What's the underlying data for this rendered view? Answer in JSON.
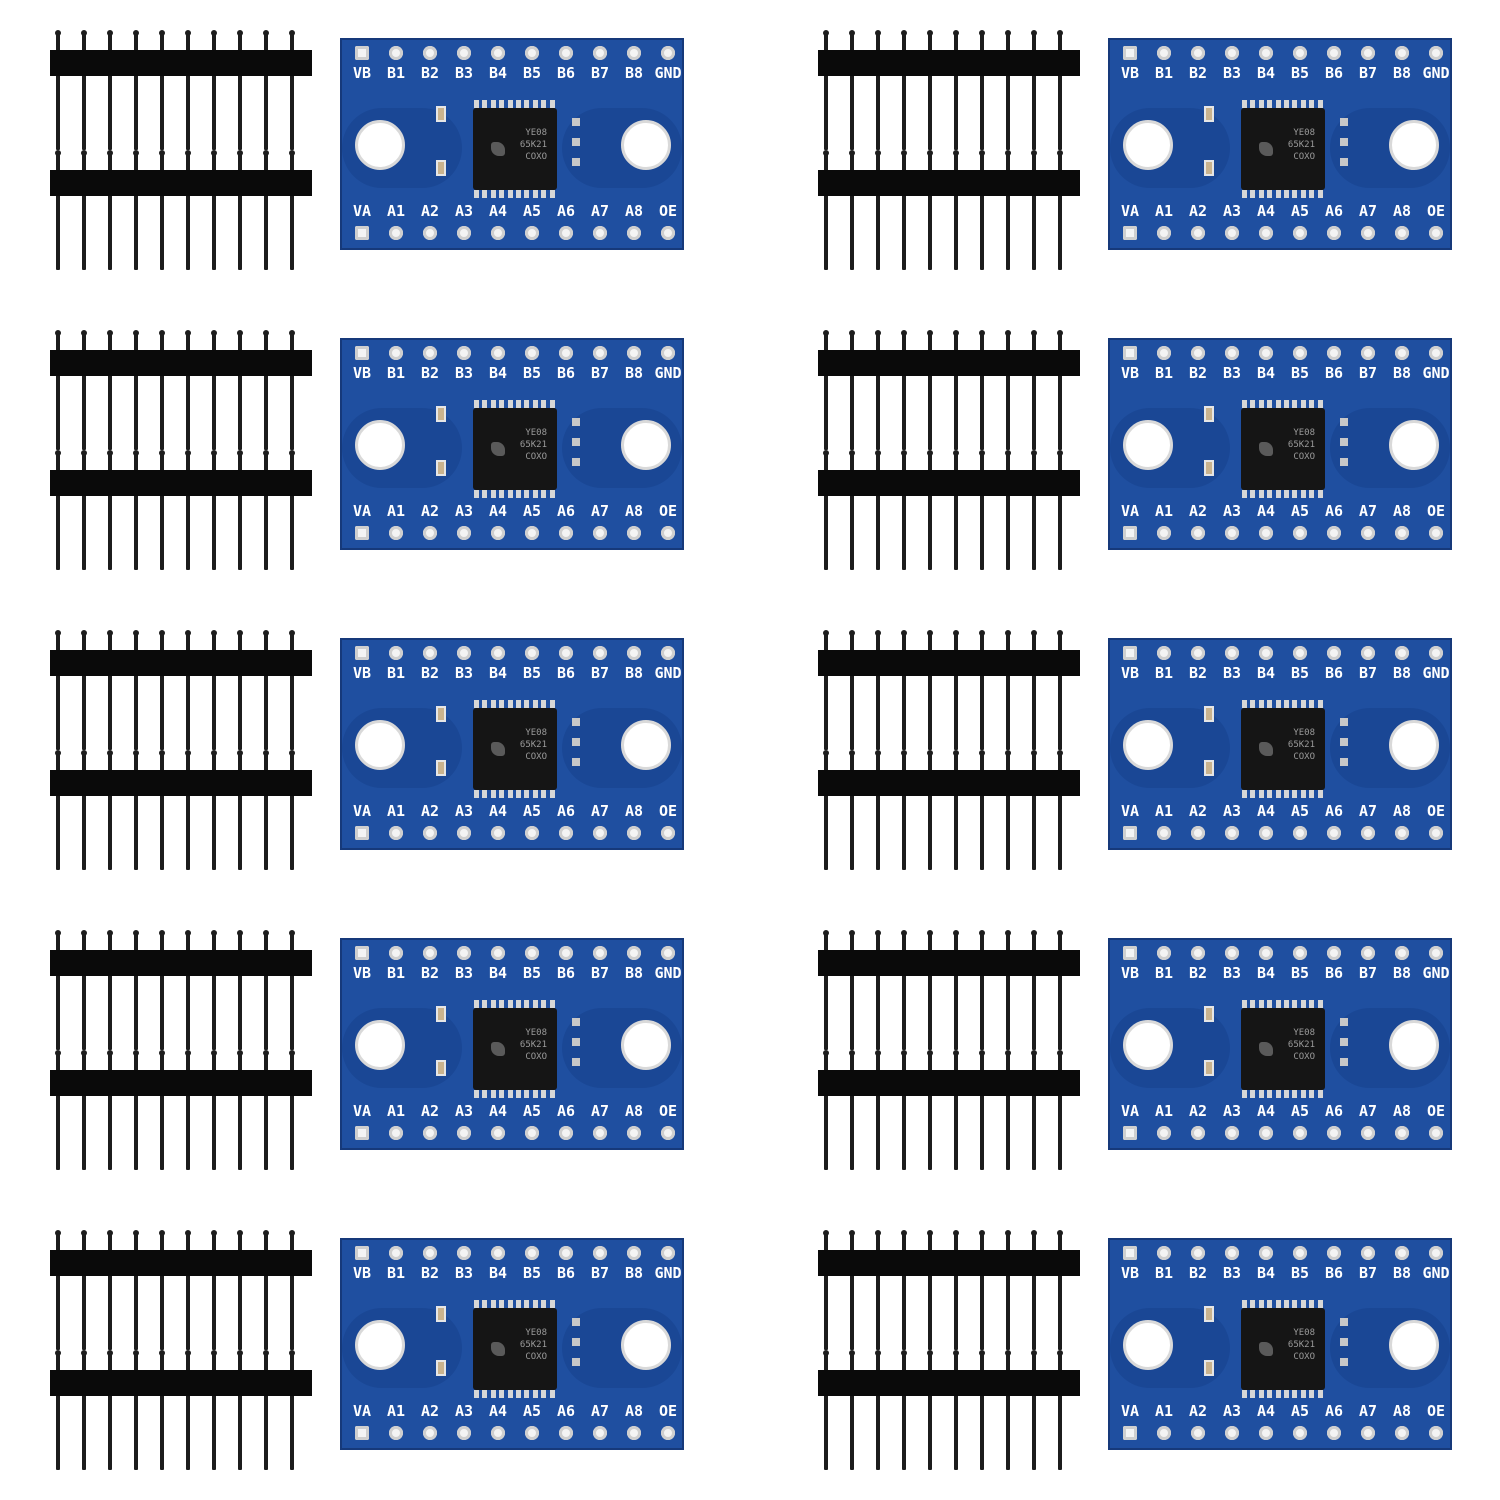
{
  "product": {
    "board_count": 10,
    "header_pins_per_strip": 10,
    "top_labels": [
      "VB",
      "B1",
      "B2",
      "B3",
      "B4",
      "B5",
      "B6",
      "B7",
      "B8",
      "GND"
    ],
    "bottom_labels": [
      "VA",
      "A1",
      "A2",
      "A3",
      "A4",
      "A5",
      "A6",
      "A7",
      "A8",
      "OE"
    ],
    "chip_marking": [
      "YE08",
      "65K21",
      "COXO"
    ],
    "colors": {
      "pcb": "#1f4fa0",
      "pcb_edge": "#16397a",
      "header_plastic": "#0a0a0a",
      "pad": "#f4f4f4",
      "chip": "#151515"
    },
    "icons": {
      "mount_hole": "mount-hole-icon",
      "chip_logo": "ti-logo-icon"
    }
  }
}
